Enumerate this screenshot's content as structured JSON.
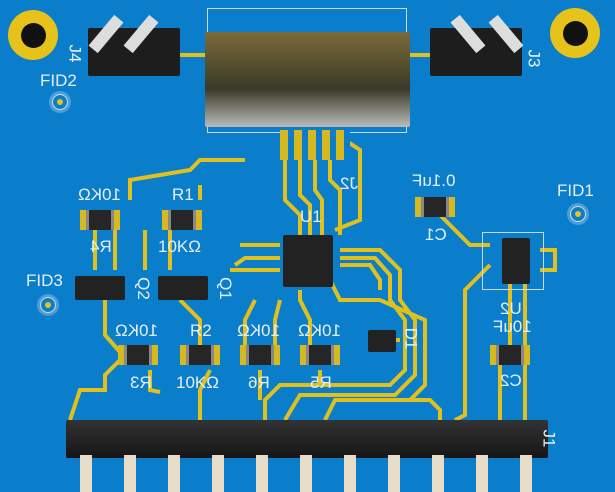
{
  "board": {
    "color": "#0a7ecb",
    "trace_color": "#e0c01c"
  },
  "labels": {
    "J4": "J4",
    "J3": "J3",
    "J2": "J2",
    "J1": "J1",
    "U1": "U1",
    "U2": "U2",
    "FID1": "FID1",
    "FID2": "FID2",
    "FID3": "FID3",
    "R1": "R1",
    "R2": "R2",
    "R3": "R3",
    "R4": "R4",
    "R5": "R5",
    "R6": "R6",
    "Q1": "Q1",
    "Q2": "Q2",
    "C1": "C1",
    "C2": "C2",
    "D1": "D1",
    "C1_value": "0.1uF",
    "C2_value": "10uF",
    "R1_value": "10KΩ",
    "R2_value": "10KΩ",
    "R3_value": "10KΩ",
    "R4_value": "10KΩ",
    "R5_value": "10KΩ",
    "R6_value": "10KΩ"
  }
}
